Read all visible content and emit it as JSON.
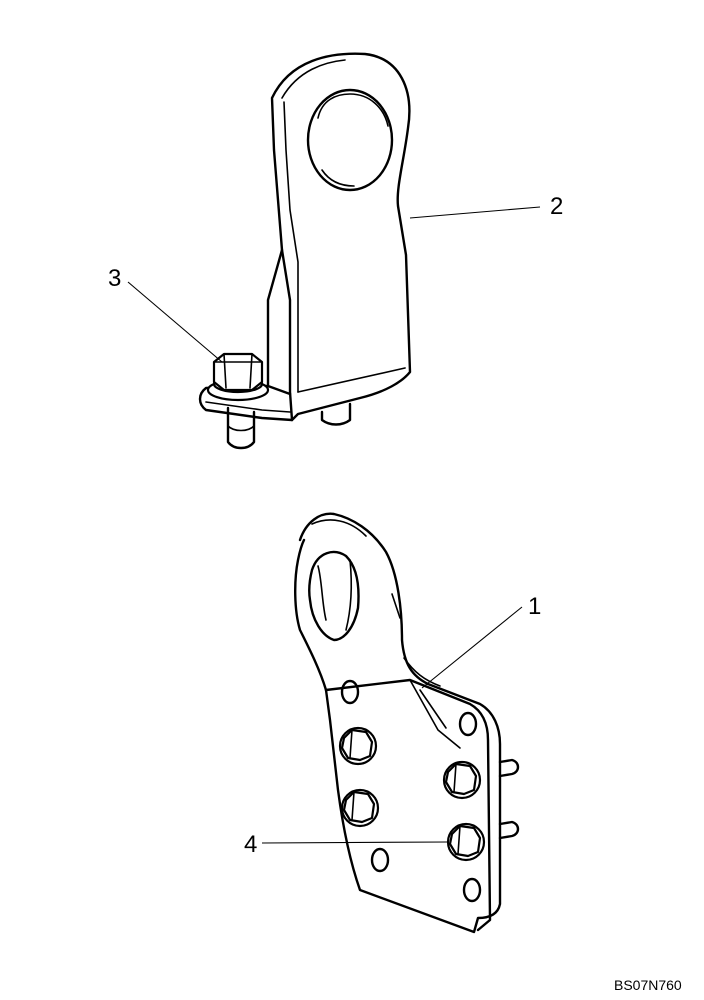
{
  "callouts": [
    {
      "label": "1"
    },
    {
      "label": "2"
    },
    {
      "label": "3"
    },
    {
      "label": "4"
    }
  ],
  "drawing_code": "BS07N760"
}
